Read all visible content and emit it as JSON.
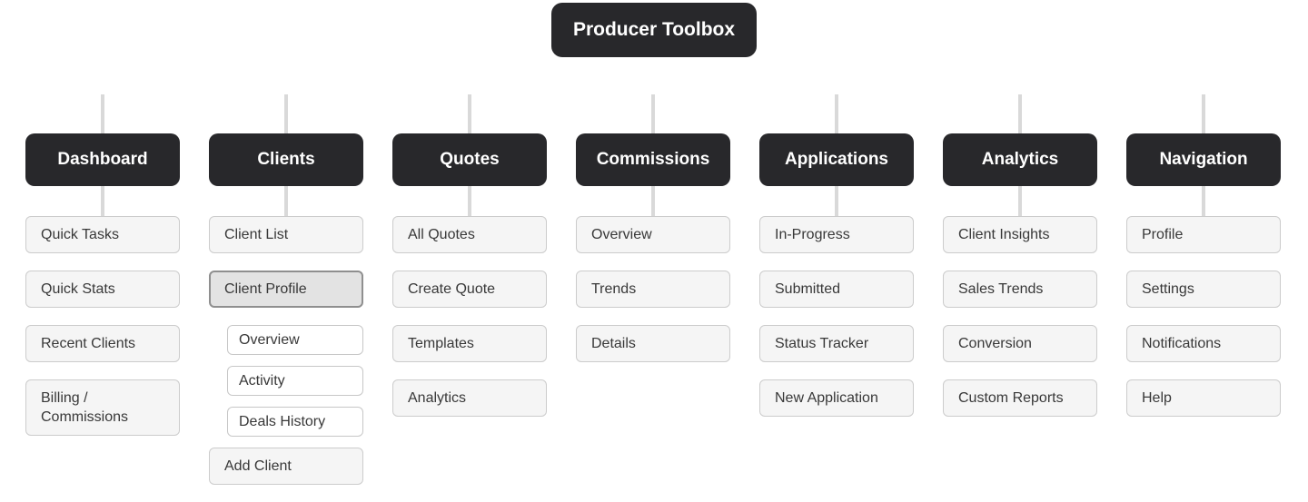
{
  "title": "Producer Toolbox",
  "colors": {
    "node_dark": "#28282b",
    "item_bg": "#f5f5f5",
    "item_border": "#cccccc",
    "item_text": "#383838",
    "selected_bg": "#e3e3e3",
    "selected_border": "#8f8f8f",
    "sub_bg": "#ffffff",
    "sub_border": "#c7c7c7",
    "connector": "#d9d9d9"
  },
  "columns": [
    {
      "label": "Dashboard",
      "items": [
        {
          "label": "Quick Tasks",
          "type": "item",
          "state": "normal"
        },
        {
          "label": "Quick Stats",
          "type": "item",
          "state": "normal"
        },
        {
          "label": "Recent Clients",
          "type": "item",
          "state": "normal"
        },
        {
          "label": "Billing / Commissions",
          "type": "item",
          "state": "normal"
        }
      ]
    },
    {
      "label": "Clients",
      "items": [
        {
          "label": "Client List",
          "type": "item",
          "state": "normal"
        },
        {
          "label": "Client Profile",
          "type": "item",
          "state": "selected"
        },
        {
          "label": "Overview",
          "type": "sub",
          "state": "normal"
        },
        {
          "label": "Activity",
          "type": "sub",
          "state": "normal"
        },
        {
          "label": "Deals History",
          "type": "sub",
          "state": "normal"
        },
        {
          "label": "Add Client",
          "type": "item",
          "state": "normal"
        }
      ]
    },
    {
      "label": "Quotes",
      "items": [
        {
          "label": "All Quotes",
          "type": "item",
          "state": "normal"
        },
        {
          "label": "Create Quote",
          "type": "item",
          "state": "normal"
        },
        {
          "label": "Templates",
          "type": "item",
          "state": "normal"
        },
        {
          "label": "Analytics",
          "type": "item",
          "state": "normal"
        }
      ]
    },
    {
      "label": "Commissions",
      "items": [
        {
          "label": "Overview",
          "type": "item",
          "state": "normal"
        },
        {
          "label": "Trends",
          "type": "item",
          "state": "normal"
        },
        {
          "label": "Details",
          "type": "item",
          "state": "normal"
        }
      ]
    },
    {
      "label": "Applications",
      "items": [
        {
          "label": "In-Progress",
          "type": "item",
          "state": "normal"
        },
        {
          "label": "Submitted",
          "type": "item",
          "state": "normal"
        },
        {
          "label": "Status Tracker",
          "type": "item",
          "state": "normal"
        },
        {
          "label": "New Application",
          "type": "item",
          "state": "normal"
        }
      ]
    },
    {
      "label": "Analytics",
      "items": [
        {
          "label": "Client Insights",
          "type": "item",
          "state": "normal"
        },
        {
          "label": "Sales Trends",
          "type": "item",
          "state": "normal"
        },
        {
          "label": "Conversion",
          "type": "item",
          "state": "normal"
        },
        {
          "label": "Custom Reports",
          "type": "item",
          "state": "normal"
        }
      ]
    },
    {
      "label": "Navigation",
      "items": [
        {
          "label": "Profile",
          "type": "item",
          "state": "normal"
        },
        {
          "label": "Settings",
          "type": "item",
          "state": "normal"
        },
        {
          "label": "Notifications",
          "type": "item",
          "state": "normal"
        },
        {
          "label": "Help",
          "type": "item",
          "state": "normal"
        }
      ]
    }
  ]
}
